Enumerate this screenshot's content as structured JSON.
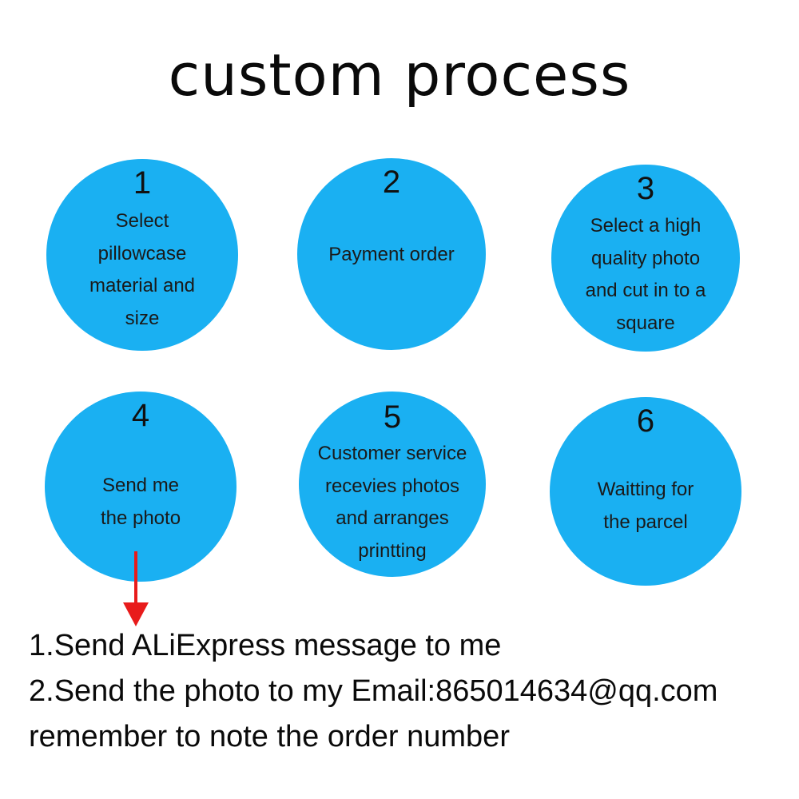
{
  "title": "custom process",
  "steps": [
    {
      "number": "1",
      "lines": [
        "Select",
        "pillowcase",
        "material and",
        "size"
      ]
    },
    {
      "number": "2",
      "lines": [
        "Payment order"
      ]
    },
    {
      "number": "3",
      "lines": [
        "Select a high",
        "quality photo",
        "and cut in to a",
        "square"
      ]
    },
    {
      "number": "4",
      "lines": [
        "Send me",
        "the photo"
      ]
    },
    {
      "number": "5",
      "lines": [
        "Customer service",
        "recevies photos",
        "and arranges",
        "printting"
      ]
    },
    {
      "number": "6",
      "lines": [
        "Waitting for",
        "the parcel"
      ]
    }
  ],
  "instructions": [
    "1.Send ALiExpress message to me",
    "2.Send the photo to my Email:865014634@qq.com",
    "remember to note the order number"
  ],
  "colors": {
    "circle": "#1ab0f2",
    "arrow": "#e81b1b",
    "text": "#111111"
  }
}
